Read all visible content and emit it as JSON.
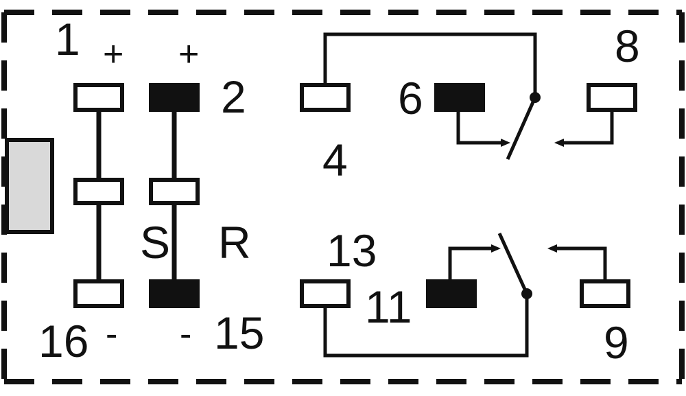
{
  "labels": {
    "pin1": "1",
    "pin2": "2",
    "pin4": "4",
    "pin6": "6",
    "pin8": "8",
    "pin9": "9",
    "pin11": "11",
    "pin13": "13",
    "pin15": "15",
    "pin16": "16",
    "plus_left": "+",
    "plus_right": "+",
    "minus_left": "-",
    "minus_right": "-",
    "set": "S",
    "reset": "R"
  },
  "colors": {
    "stroke": "#111111",
    "filled_pad": "#111111",
    "open_pad": "#ffffff",
    "body_block": "#d9d9d9"
  }
}
